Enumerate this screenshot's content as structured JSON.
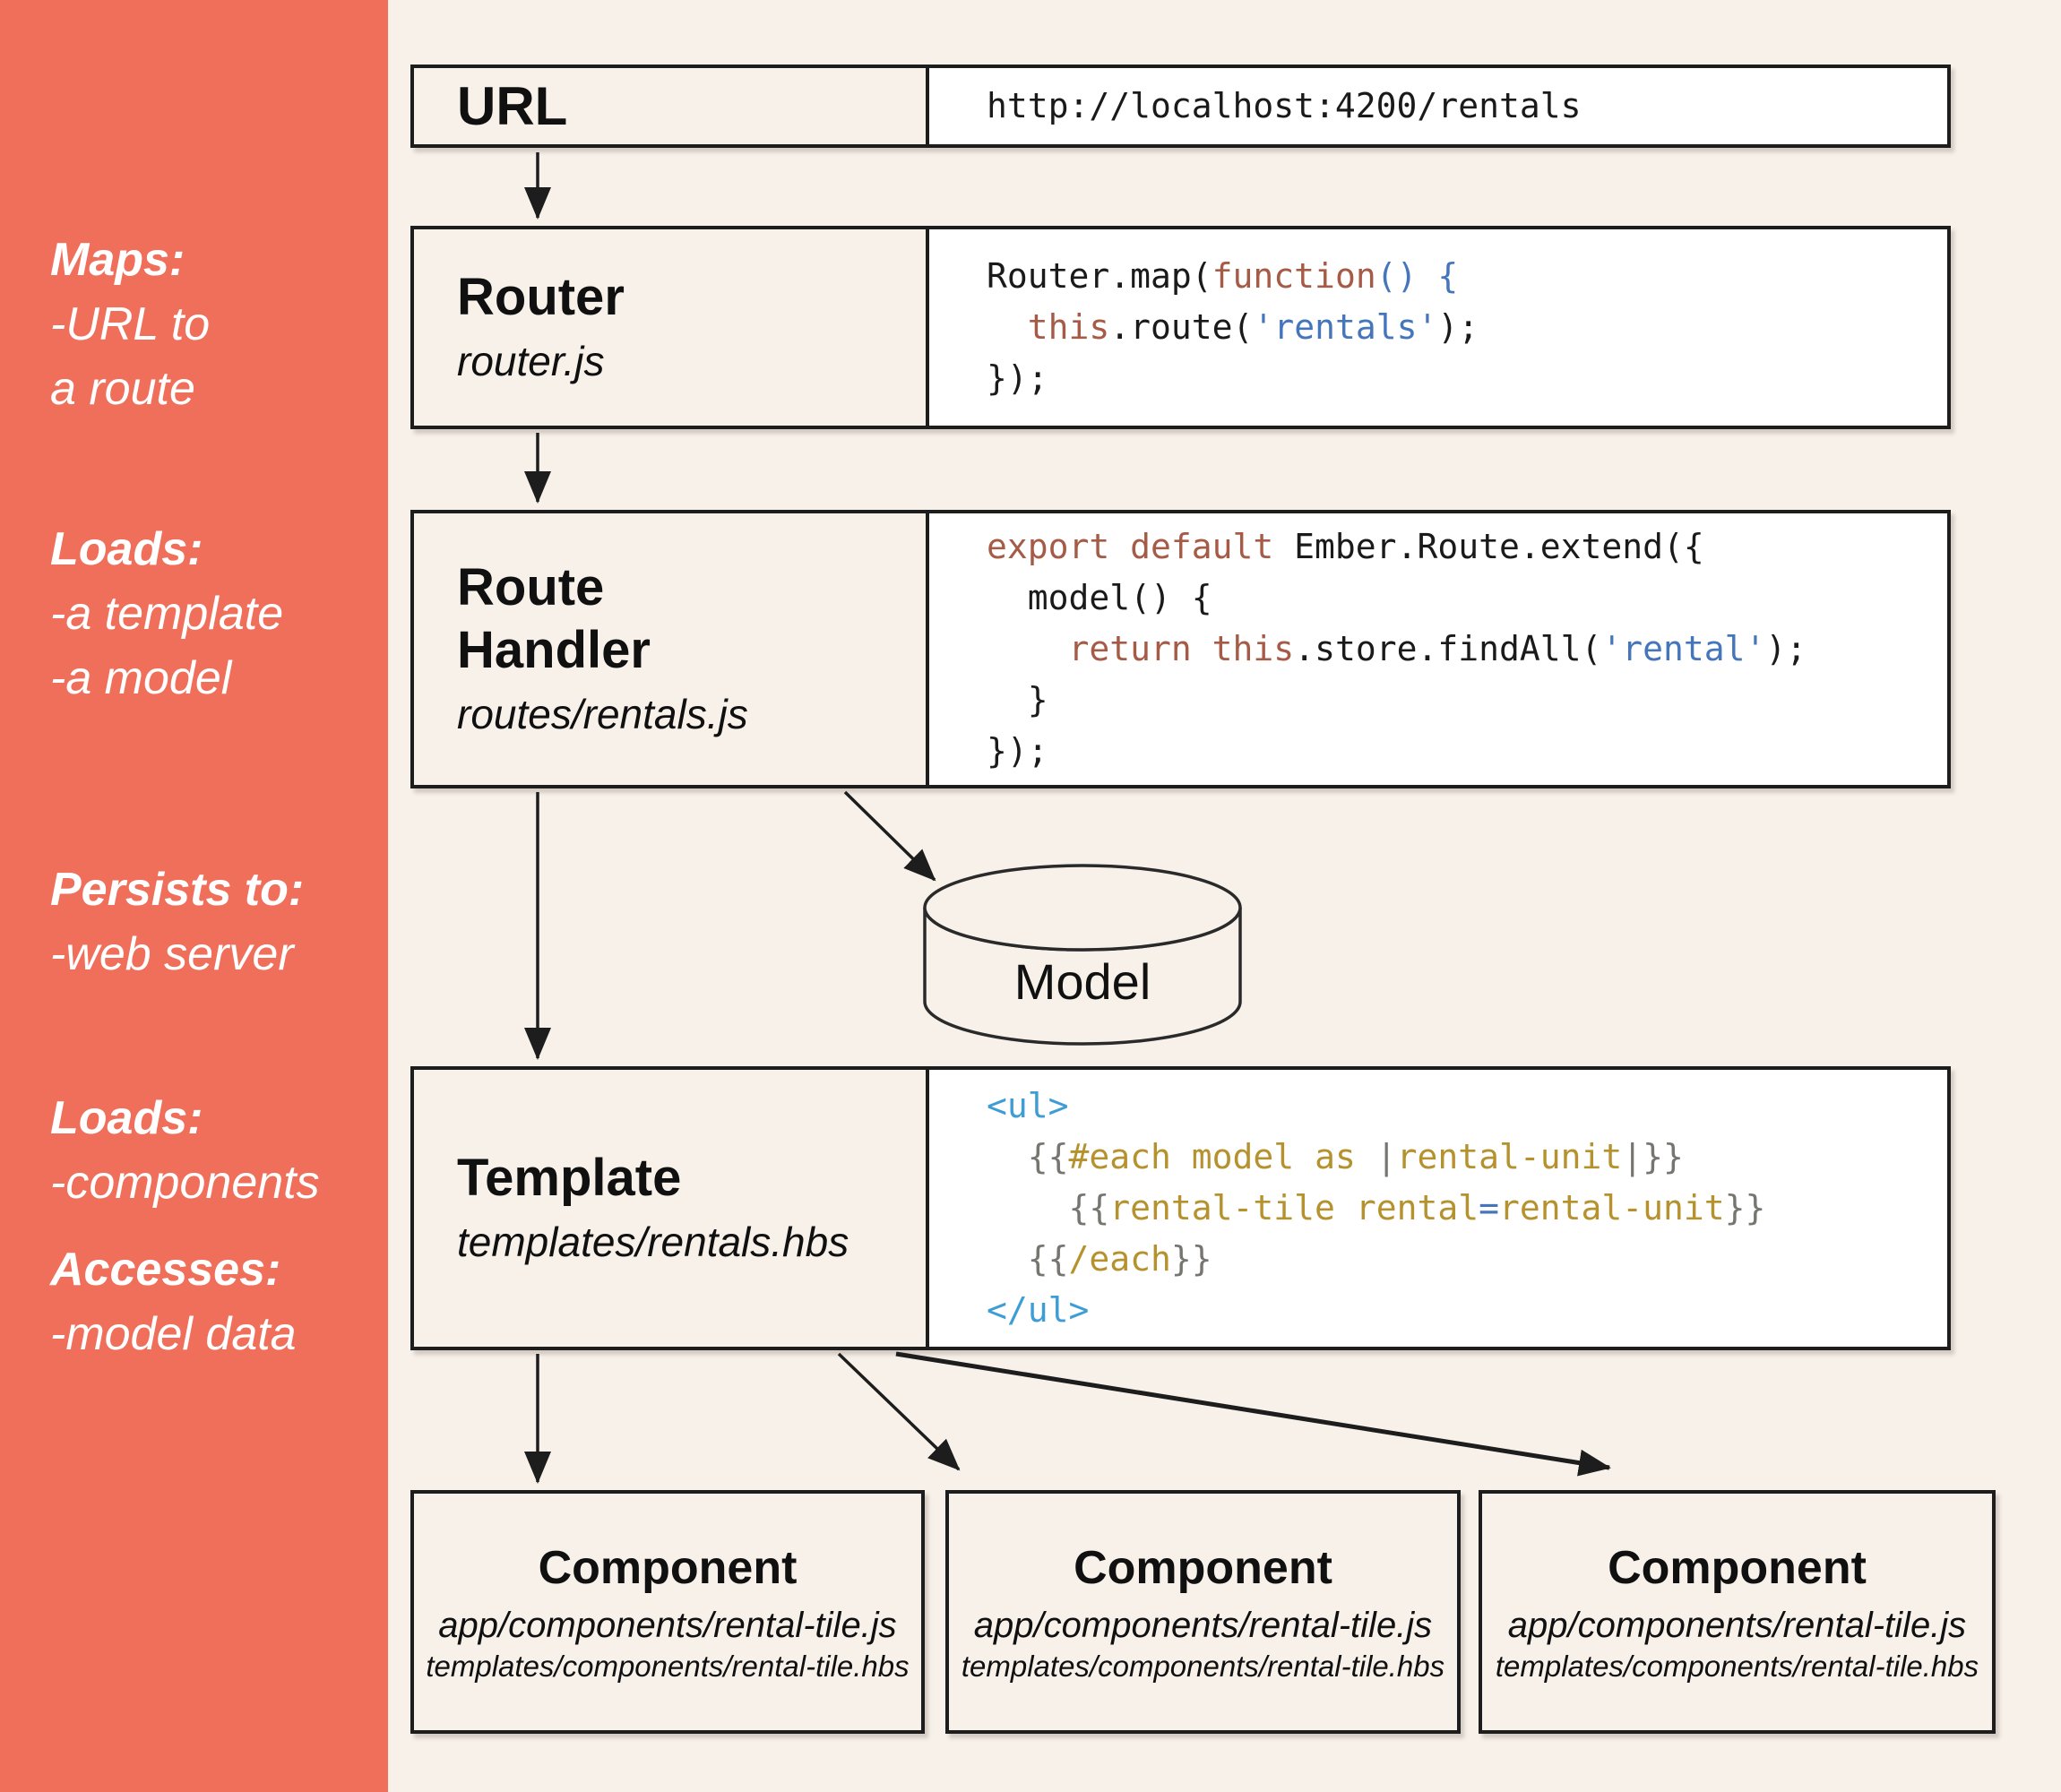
{
  "sidebar": {
    "notes": [
      {
        "title": "Maps:",
        "body": "-URL to\na route"
      },
      {
        "title": "Loads:",
        "body": "-a template\n-a model"
      },
      {
        "title": "Persists to:",
        "body": "-web server"
      },
      {
        "title": "Loads:",
        "body": "-components"
      },
      {
        "title": "Accesses:",
        "body": "-model data"
      }
    ]
  },
  "diagram": {
    "url_box": {
      "label": "URL",
      "code": [
        [
          [
            "d",
            "http://localhost:4200/rentals"
          ]
        ]
      ]
    },
    "router_box": {
      "label": "Router",
      "file": "router.js",
      "code": [
        [
          [
            "d",
            "Router.map("
          ],
          [
            "k",
            "function"
          ],
          [
            "b",
            "() {"
          ]
        ],
        [
          [
            "d",
            "  "
          ],
          [
            "k",
            "this"
          ],
          [
            "d",
            ".route("
          ],
          [
            "b",
            "'rentals'"
          ],
          [
            "d",
            ");"
          ]
        ],
        [
          [
            "d",
            "});"
          ]
        ]
      ]
    },
    "route_handler_box": {
      "label": "Route\nHandler",
      "file": "routes/rentals.js",
      "code": [
        [
          [
            "k",
            "export default"
          ],
          [
            "d",
            " Ember.Route.extend({"
          ]
        ],
        [
          [
            "d",
            "  model() {"
          ]
        ],
        [
          [
            "d",
            "    "
          ],
          [
            "k",
            "return this"
          ],
          [
            "d",
            ".store.findAll("
          ],
          [
            "b",
            "'rental'"
          ],
          [
            "d",
            ");"
          ]
        ],
        [
          [
            "d",
            "  }"
          ]
        ],
        [
          [
            "d",
            "});"
          ]
        ]
      ]
    },
    "model": {
      "label": "Model"
    },
    "template_box": {
      "label": "Template",
      "file": "templates/rentals.hbs",
      "code": [
        [
          [
            "t",
            "<ul>"
          ]
        ],
        [
          [
            "d",
            "  "
          ],
          [
            "g",
            "{{"
          ],
          [
            "y",
            "#each model as "
          ],
          [
            "g",
            "|"
          ],
          [
            "y",
            "rental-unit"
          ],
          [
            "g",
            "|}}"
          ]
        ],
        [
          [
            "d",
            "    "
          ],
          [
            "g",
            "{{"
          ],
          [
            "y",
            "rental-tile rental"
          ],
          [
            "b",
            "="
          ],
          [
            "y",
            "rental-unit"
          ],
          [
            "g",
            "}}"
          ]
        ],
        [
          [
            "d",
            "  "
          ],
          [
            "g",
            "{{"
          ],
          [
            "y",
            "/each"
          ],
          [
            "g",
            "}}"
          ]
        ],
        [
          [
            "t",
            "</ul>"
          ]
        ]
      ]
    },
    "components": [
      {
        "title": "Component",
        "path_js": "app/components/rental-tile.js",
        "path_hbs": "templates/components/rental-tile.hbs"
      },
      {
        "title": "Component",
        "path_js": "app/components/rental-tile.js",
        "path_hbs": "templates/components/rental-tile.hbs"
      },
      {
        "title": "Component",
        "path_js": "app/components/rental-tile.js",
        "path_hbs": "templates/components/rental-tile.hbs"
      }
    ],
    "token_colors": {
      "k": "#A65B47",
      "b": "#4576BC",
      "t": "#3D9DD4",
      "y": "#B6922E",
      "g": "#77756F",
      "d": "#1A1A1A"
    },
    "colors": {
      "sidebar_coral": "#EF6F5B",
      "background_cream": "#F7F1EA",
      "box_border": "#1d1d1d",
      "code_background": "#FFFFFF"
    }
  }
}
